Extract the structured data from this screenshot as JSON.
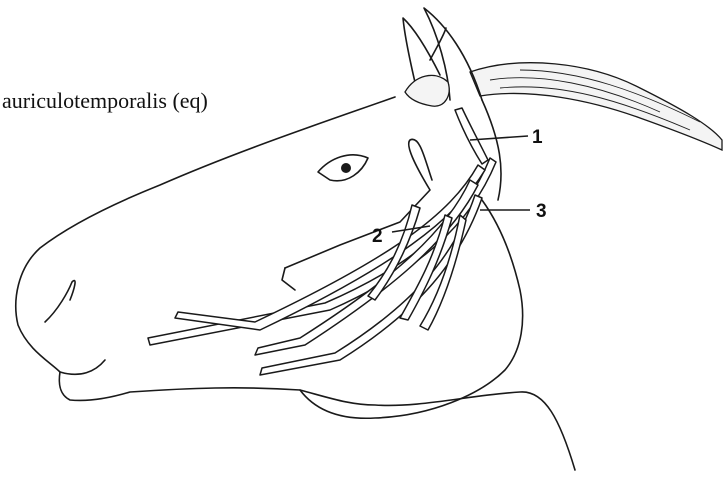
{
  "title": "auriculotemporalis (eq)",
  "callouts": [
    {
      "label": "1"
    },
    {
      "label": "2"
    },
    {
      "label": "3"
    }
  ]
}
